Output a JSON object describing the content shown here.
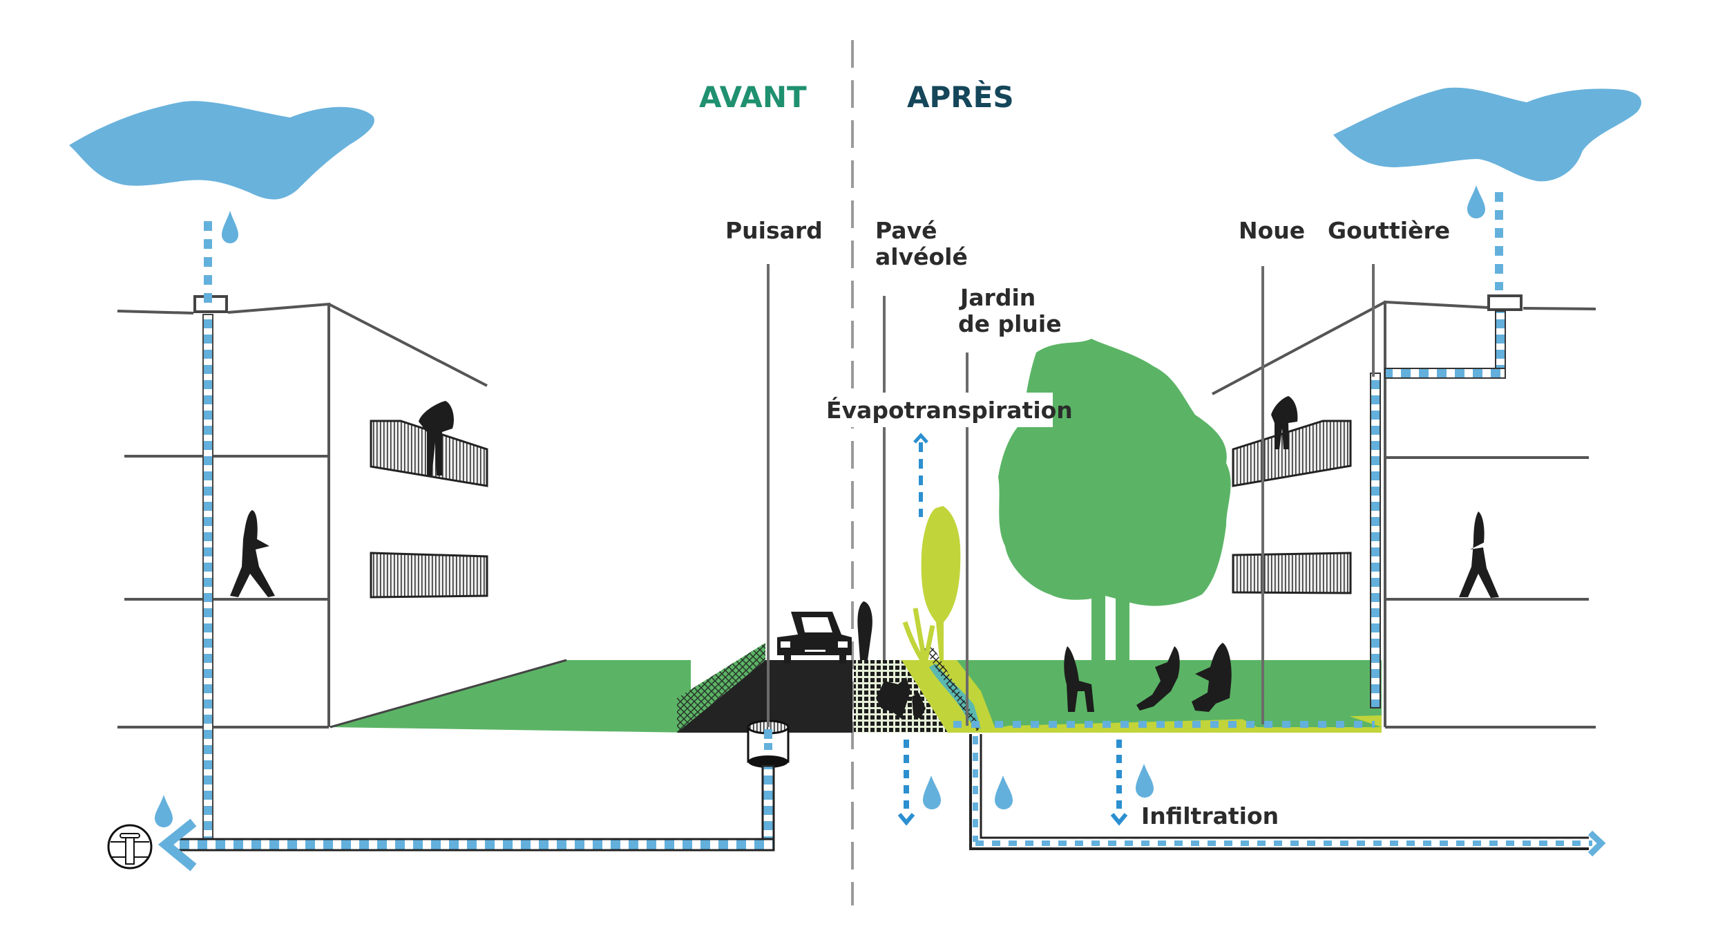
{
  "sections": {
    "before": "AVANT",
    "after": "APRÈS"
  },
  "labels": {
    "puisard": "Puisard",
    "pave_line1": "Pavé",
    "pave_line2": "alvéolé",
    "jardin_line1": "Jardin",
    "jardin_line2": "de pluie",
    "evapotranspiration": "Évapotranspiration",
    "noue": "Noue",
    "gouttiere": "Gouttière",
    "infiltration": "Infiltration"
  },
  "icons": {
    "cloud_left": "cloud-icon",
    "cloud_right": "cloud-icon",
    "drop": "water-drop-icon",
    "sewer": "sewer-outlet-icon",
    "car": "car-icon",
    "tree": "tree-icon",
    "person": "person-icon"
  },
  "colors": {
    "water_blue": "#63b0dc",
    "arrow_blue": "#2b8fd0",
    "grass_green": "#5bb465",
    "light_green": "#c1d43a",
    "asphalt": "#232323",
    "wall_gray": "#555555",
    "title_avant": "#1f9070",
    "title_apres": "#15465a"
  }
}
